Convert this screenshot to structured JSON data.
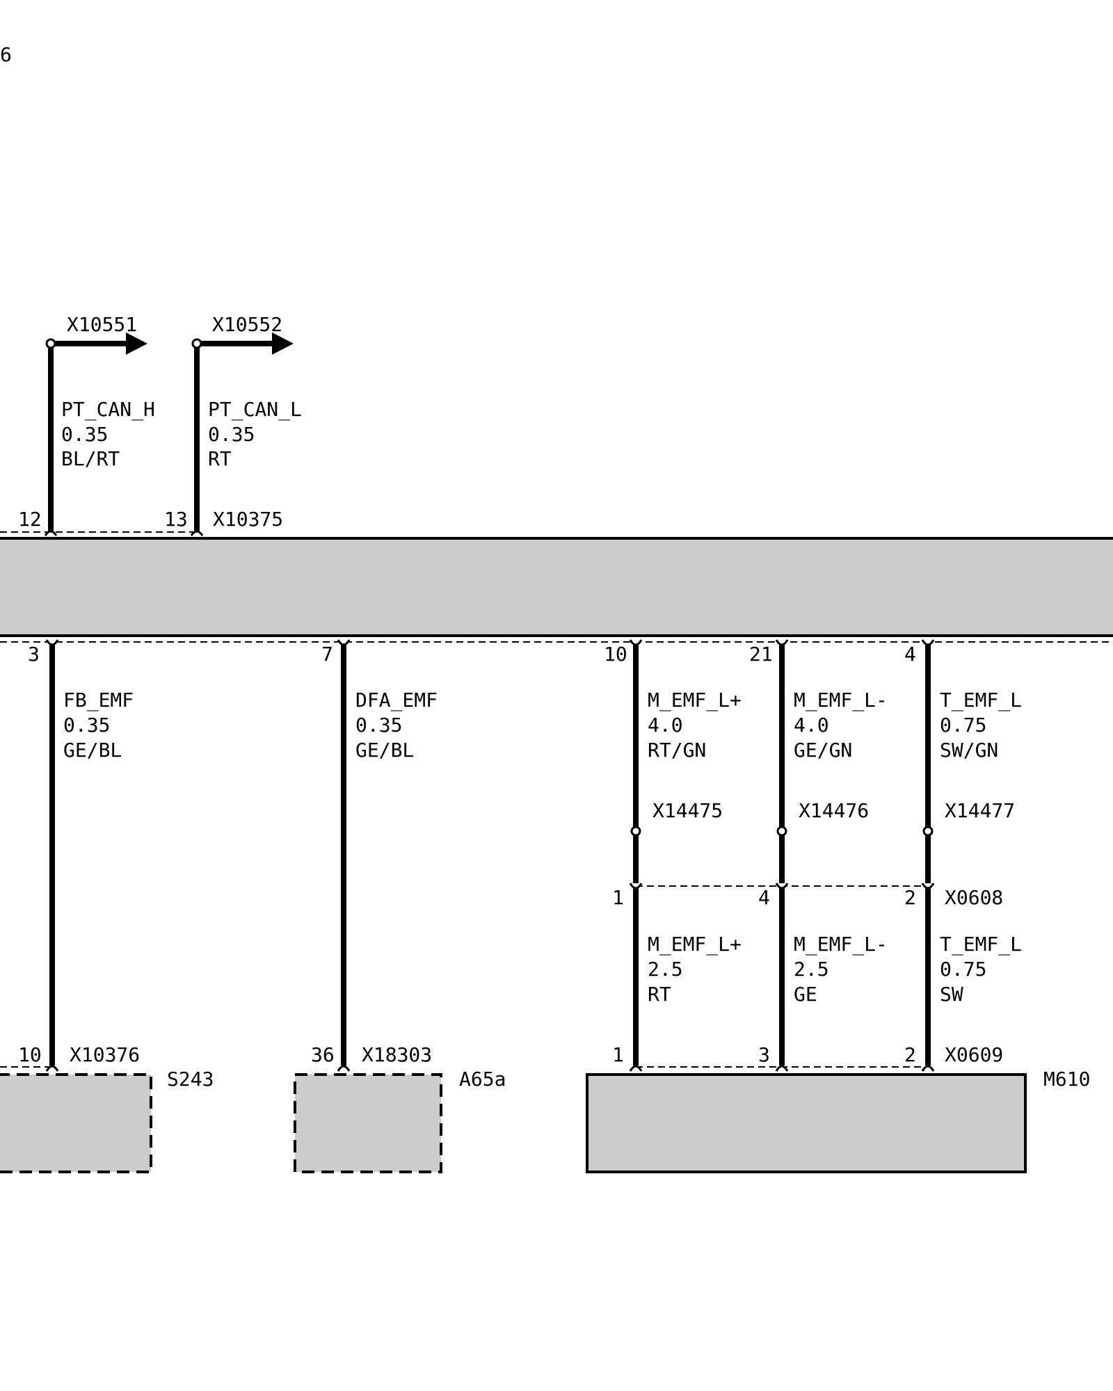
{
  "corner_text": "6",
  "control_unit": {
    "connector": "X10375",
    "top_pins": [
      "12",
      "13"
    ],
    "bottom_pins": [
      "3",
      "7",
      "10",
      "21",
      "4"
    ]
  },
  "can_wires": [
    {
      "signal": "PT_CAN_H",
      "gauge": "0.35",
      "color": "BL/RT",
      "target": "X10551",
      "pin": "12"
    },
    {
      "signal": "PT_CAN_L",
      "gauge": "0.35",
      "color": "RT",
      "target": "X10552",
      "pin": "13"
    }
  ],
  "lower_wires": [
    {
      "signal": "FB_EMF",
      "gauge": "0.35",
      "color": "GE/BL",
      "pin_top": "3",
      "pin_bottom": "10",
      "connector": "X10376",
      "component": "S243"
    },
    {
      "signal": "DFA_EMF",
      "gauge": "0.35",
      "color": "GE/BL",
      "pin_top": "7",
      "pin_bottom": "36",
      "connector": "X18303",
      "component": "A65a"
    }
  ],
  "motor_wires": [
    {
      "signal_upper": "M_EMF_L+",
      "gauge_upper": "4.0",
      "color_upper": "RT/GN",
      "splice": "X14475",
      "pin_top": "10",
      "pin_mid": "1",
      "signal_lower": "M_EMF_L+",
      "gauge_lower": "2.5",
      "color_lower": "RT",
      "pin_bottom": "1"
    },
    {
      "signal_upper": "M_EMF_L-",
      "gauge_upper": "4.0",
      "color_upper": "GE/GN",
      "splice": "X14476",
      "pin_top": "21",
      "pin_mid": "4",
      "signal_lower": "M_EMF_L-",
      "gauge_lower": "2.5",
      "color_lower": "GE",
      "pin_bottom": "3"
    },
    {
      "signal_upper": "T_EMF_L",
      "gauge_upper": "0.75",
      "color_upper": "SW/GN",
      "splice": "X14477",
      "pin_top": "4",
      "pin_mid": "2",
      "signal_lower": "T_EMF_L",
      "gauge_lower": "0.75",
      "color_lower": "SW",
      "pin_bottom": "2"
    }
  ],
  "mid_connector": "X0608",
  "motor_connector": "X0609",
  "motor_component": "M610"
}
